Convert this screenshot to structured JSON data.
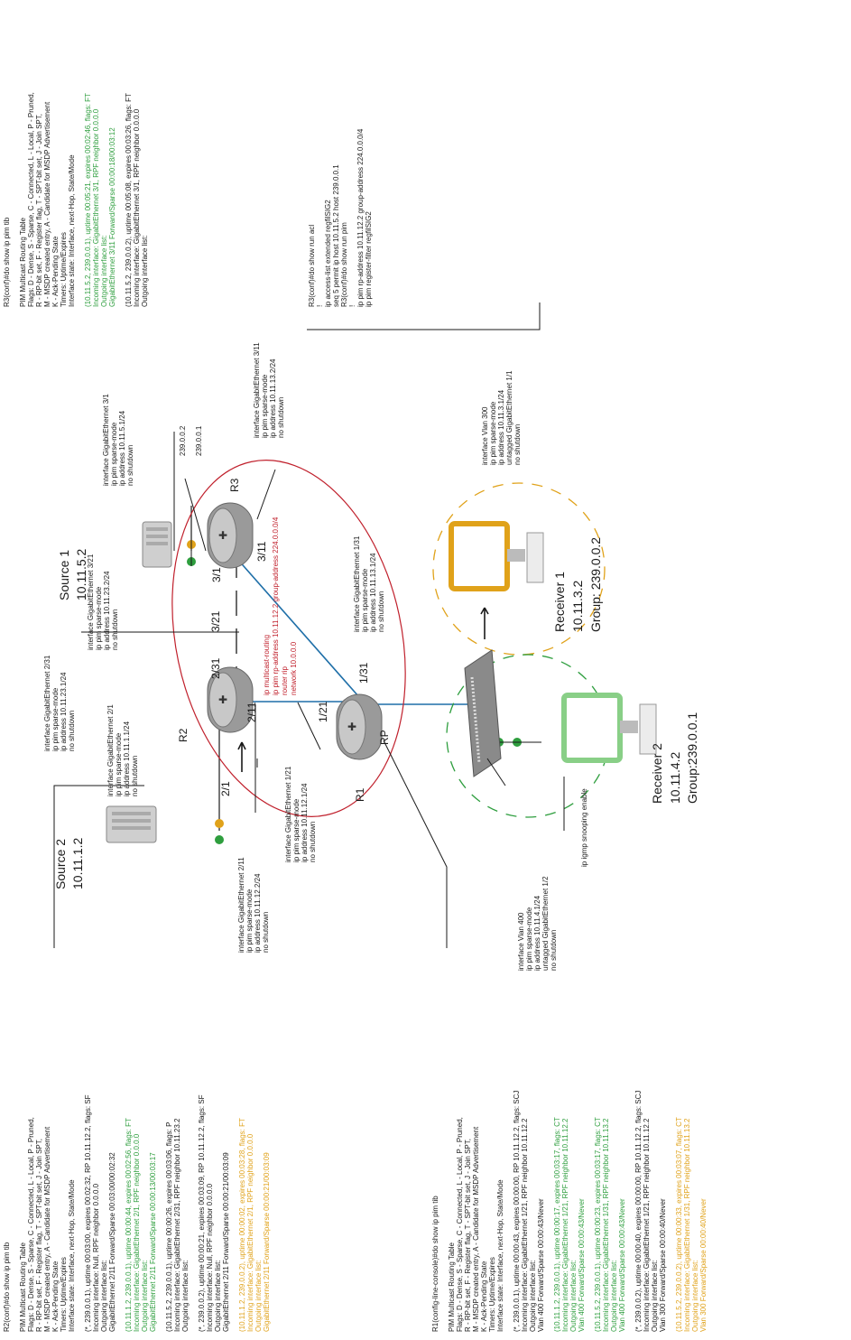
{
  "colors": {
    "black": "#1a1a1a",
    "green": "#2e9e3e",
    "orange": "#e0a21a",
    "red": "#c0202c",
    "blue": "#1f6fa8",
    "router_fill": "#9a9a9a",
    "server_fill": "#cfcfcf",
    "switch_fill": "#8a8a8a"
  },
  "devices": {
    "source1": {
      "name": "Source 1",
      "ip": "10.11.5.2"
    },
    "source2": {
      "name": "Source 2",
      "ip": "10.11.1.2"
    },
    "r3": {
      "name": "R3"
    },
    "r2": {
      "name": "R2"
    },
    "r1": {
      "name": "R1",
      "badge": "RP"
    },
    "receiver1": {
      "name": "Receiver 1",
      "ip": "10.11.3.2",
      "group": "Group: 239.0.0.2"
    },
    "receiver2": {
      "name": "Receiver 2",
      "ip": "10.11.4.2",
      "group": "Group:239.0.0.1"
    }
  },
  "ports": {
    "p_3_1": "3/1",
    "p_3_11": "3/11",
    "p_3_21": "3/21",
    "p_2_31": "2/31",
    "p_2_11": "2/11",
    "p_2_1": "2/1",
    "p_1_21": "1/21",
    "p_1_31": "1/31"
  },
  "groups": {
    "g1": "239.0.0.2",
    "g2": "239.0.0.1"
  },
  "rp_config": [
    "ip multicast-routing",
    "ip pim rp-address 10.11.12.2 group-address 224.0.0.0/4",
    "router rip",
    "network 10.0.0.0"
  ],
  "configs": {
    "r3_3_21": [
      "interface GigabitEthernet 3/21",
      "ip pim sparse-mode",
      "ip address 10.11.23.2/24",
      "no shutdown"
    ],
    "r3_3_1": [
      "interface GigabitEthernet 3/1",
      "ip pim sparse-mode",
      "ip address 10.11.5.1/24",
      "no shutdown"
    ],
    "r3_3_11": [
      "interface GigabitEthernet 3/11",
      "ip pim sparse-mode",
      "ip address 10.11.13.2/24",
      "no shutdown"
    ],
    "r2_2_31": [
      "interface GigabitEthernet 2/31",
      "ip pim sparse-mode",
      "ip address 10.11.23.1/24",
      "no shutdown"
    ],
    "r2_2_1": [
      "interface GigabitEthernet 2/1",
      "ip pim sparse-mode",
      "ip address 10.11.1.1/24",
      "no shutdown"
    ],
    "r2_2_11": [
      "interface GigabitEthernet 2/11",
      "ip pim sparse-mode",
      "ip address 10.11.12.2/24",
      "no shutdown"
    ],
    "r1_1_31": [
      "interface GigabitEthernet 1/31",
      "ip pim sparse-mode",
      "ip address 10.11.13.1/24",
      "no shutdown"
    ],
    "r1_1_21": [
      "interface GigabitEthernet 1/21",
      "ip pim sparse-mode",
      "ip address 10.11.12.1/24",
      "no shutdown"
    ],
    "vlan300": [
      "interface Vlan 300",
      "ip pim sparse-mode",
      "ip address 10.11.3.1/24",
      "untagged GigabitEthernet 1/1",
      "no shutdown"
    ],
    "vlan400": [
      "interface Vlan 400",
      "ip pim sparse-mode",
      "ip address 10.11.4.1/24",
      "untagged GigabitEthernet 1/2",
      "no shutdown"
    ],
    "igmp": [
      "ip igmp snooping enable"
    ]
  },
  "r3_console": {
    "black1": [
      "R3(conf)#do show ip pim tib",
      "",
      "PIM Multicast Routing Table",
      "Flags: D - Dense, S - Sparse, C - Connected, L - Local, P - Pruned,",
      "   R - RP-bit set, F - Register flag, T - SPT-bit set, J - Join SPT,",
      "   M - MSDP created entry, A - Candidate for MSDP Advertisement",
      "   K - Ack-Pending State",
      "Timers: Uptime/Expires",
      "Interface state: Interface, next-Hop, State/Mode",
      ""
    ],
    "green": [
      "(10.11.5.2, 239.0.0.1), uptime 00:05:21, expires 00:02:46, flags: FT",
      "  Incoming interface: GigabitEthernet 3/1, RPF neighbor 0.0.0.0",
      "  Outgoing interface list:",
      "    GigabitEthernet 3/11  Forward/Sparse  00:00:18/00:03:12"
    ],
    "black2": [
      "",
      "(10.11.5.2, 239.0.0.2), uptime 00:05:08, expires 00:03:26, flags: FT",
      "  Incoming interface: GigabitEthernet 3/1, RPF neighbor 0.0.0.0",
      "  Outgoing interface list:"
    ],
    "acl": [
      "R3(conf)#do show run acl",
      "!",
      "ip access-list extended regfilSIG2",
      " seq 5 permit ip host 10.11.5.2 host 239.0.0.1",
      "R3(conf)#do show run pim",
      "!",
      "ip pim rp-address 10.11.12.2 group-address 224.0.0.0/4",
      "ip pim register-filter regfilSIG2"
    ]
  },
  "r2_console": {
    "black1": [
      "R2(conf)#do show ip pim tib",
      "",
      "PIM Multicast Routing Table",
      "Flags: D - Dense, S - Sparse, C - Connected, L - Local, P - Pruned,",
      "   R - RP-bit set, F - Register flag, T - SPT-bit set, J - Join SPT,",
      "   M - MSDP created entry, A - Candidate for MSDP Advertisement",
      "   K - Ack-Pending State",
      "Timers: Uptime/Expires",
      "Interface state: Interface, next-Hop, State/Mode",
      "",
      "(*, 239.0.0.1), uptime 00:03:00, expires 00:02:32, RP 10.11.12.2, flags: SF",
      "  Incoming interface: Null, RPF neighbor 0.0.0.0",
      "  Outgoing interface list:",
      "    GigabitEthernet 2/11  Forward/Sparse  00:03:00/00:02:32",
      ""
    ],
    "green": [
      "(10.11.1.2, 239.0.0.1), uptime 00:00:44, expires 00:02:56, flags: FT",
      "  Incoming interface: GigabitEthernet 2/1, RPF neighbor 0.0.0.0",
      "  Outgoing interface list:",
      "    GigabitEthernet 2/11  Forward/Sparse  00:00:13/00:03:17"
    ],
    "black2": [
      "",
      "(10.11.5.2, 239.0.0.1), uptime 00:00:26, expires 00:03:06, flags: P",
      "  Incoming interface: GigabitEthernet 2/31, RPF neighbor 10.11.23.2",
      "  Outgoing interface list:",
      "",
      "(*, 239.0.0.2), uptime 00:00:21, expires 00:03:09, RP 10.11.12.2, flags: SF",
      "  Incoming interface: Null, RPF neighbor 0.0.0.0",
      "  Outgoing interface list:",
      "    GigabitEthernet 2/11  Forward/Sparse  00:00:21/00:03:09",
      ""
    ],
    "orange": [
      "(10.11.1.2, 239.0.0.2), uptime 00:00:02, expires 00:03:28, flags: FT",
      "  Incoming interface: GigabitEthernet 2/1, RPF neighbor 0.0.0.0",
      "  Outgoing interface list:",
      "    GigabitEthernet 2/11  Forward/Sparse  00:00:21/00:03:09"
    ]
  },
  "r1_console": {
    "black1": [
      "R1(config-line-console)#do show ip pim tib",
      "",
      "PIM Multicast Routing Table",
      "Flags: D - Dense, S - Sparse, C - Connected, L - Local, P - Pruned,",
      "   R - RP-bit set, F - Register flag, T - SPT-bit set, J - Join SPT,",
      "   M - MSDP created entry, A - Candidate for MSDP Advertisement",
      "   K - Ack-Pending State",
      "Timers: Uptime/Expires",
      "Interface state: Interface, next-Hop, State/Mode",
      "",
      "(*, 239.0.0.1), uptime 00:00:43, expires 00:00:00, RP 10.11.12.2, flags: SCJ",
      "  Incoming interface: GigabitEthernet 1/21, RPF neighbor 10.11.12.2",
      "  Outgoing interface list:",
      "    Vlan 400  Forward/Sparse  00:00:43/Never",
      ""
    ],
    "green": [
      "(10.11.1.2, 239.0.0.1), uptime 00:00:17, expires 00:03:17, flags: CT",
      "  Incoming interface: GigabitEthernet 1/21, RPF neighbor 10.11.12.2",
      "  Outgoing interface list:",
      "    Vlan 400  Forward/Sparse  00:00:43/Never",
      "",
      "(10.11.5.2, 239.0.0.1), uptime 00:00:23, expires 00:03:17, flags: CT",
      "  Incoming interface: GigabitEthernet 1/31, RPF neighbor 10.11.13.2",
      "  Outgoing interface list:",
      "    Vlan 400  Forward/Sparse  00:00:43/Never"
    ],
    "black2": [
      "",
      "(*, 239.0.0.2), uptime 00:00:40, expires 00:00:00, RP 10.11.12.2, flags: SCJ",
      "  Incoming interface: GigabitEthernet 1/21, RPF neighbor 10.11.12.2",
      "  Outgoing interface list:",
      "    Vlan 300  Forward/Sparse  00:00:40/Never",
      ""
    ],
    "orange": [
      "(10.11.5.2, 239.0.0.2), uptime 00:00:33, expires 00:03:07, flags: CT",
      "  Incoming interface: GigabitEthernet 1/31, RPF neighbor 10.11.13.2",
      "  Outgoing interface list:",
      "    Vlan 300  Forward/Sparse  00:00:40/Never"
    ]
  }
}
